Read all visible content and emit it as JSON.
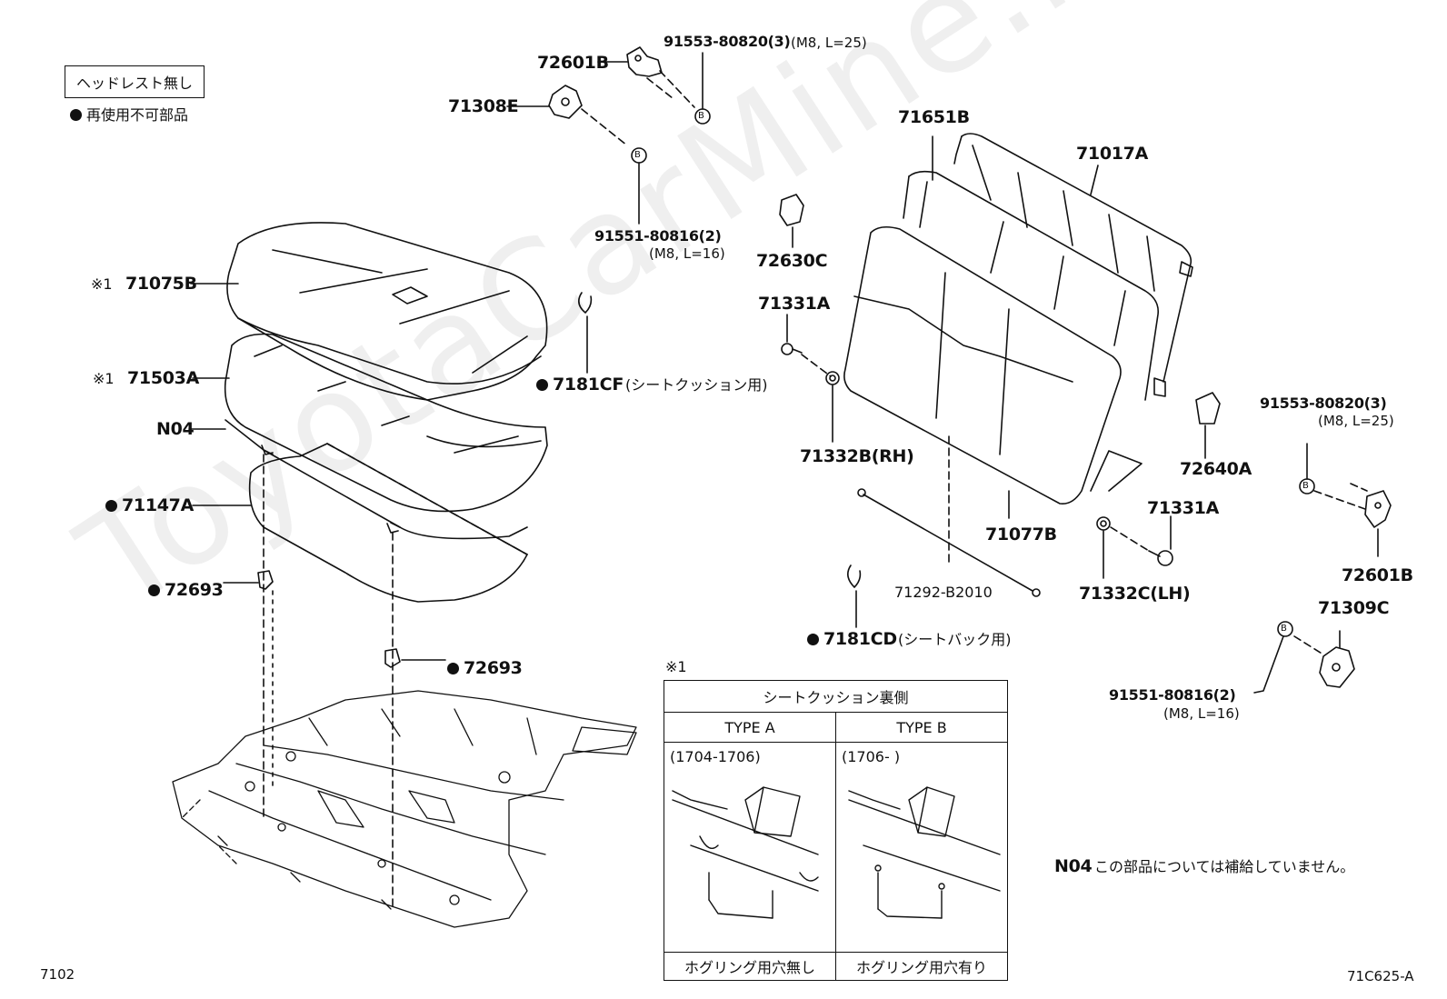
{
  "watermark": "ToyotaCarMine.ru",
  "legend": {
    "headrest_box": "ヘッドレスト無し",
    "nonreusable": "再使用不可部品"
  },
  "labels": {
    "p72601B_top": "72601B",
    "p71308E": "71308E",
    "bolt_top": "91553-80820(3)",
    "bolt_top_spec": "(M8, L=25)",
    "bolt_mid": "91551-80816(2)",
    "bolt_mid_spec": "(M8, L=16)",
    "p71075B_mark": "※1",
    "p71075B": "71075B",
    "p71503A_mark": "※1",
    "p71503A": "71503A",
    "pN04": "N04",
    "p71147A": "71147A",
    "p72693_left": "72693",
    "p72693_right": "72693",
    "p7181CF": "7181CF",
    "p7181CF_note": "(シートクッション用)",
    "p72630C": "72630C",
    "p71331A_top": "71331A",
    "p71332B": "71332B(RH)",
    "p71651B": "71651B",
    "p71017A": "71017A",
    "p72640A": "72640A",
    "p71077B": "71077B",
    "p71331A_bottom": "71331A",
    "p71332C": "71332C(LH)",
    "p71292": "71292-B2010",
    "p7181CD": "7181CD",
    "p7181CD_note": "(シートバック用)",
    "bolt_right_top": "91553-80820(3)",
    "bolt_right_top_spec": "(M8, L=25)",
    "p72601B_right": "72601B",
    "p71309C": "71309C",
    "bolt_right_bottom": "91551-80816(2)",
    "bolt_right_bottom_spec": "(M8, L=16)",
    "callout_b": "B",
    "footnote_mark": "※1",
    "n04_code": "N04",
    "n04_note": "この部品については補給していません。",
    "page_left": "7102",
    "page_right": "71C625-A"
  },
  "table": {
    "title": "シートクッション裏側",
    "col_a": "TYPE A",
    "col_b": "TYPE B",
    "range_a": "(1704-1706)",
    "range_b": "(1706-        )",
    "caption_a": "ホグリング用穴無し",
    "caption_b": "ホグリング用穴有り"
  }
}
